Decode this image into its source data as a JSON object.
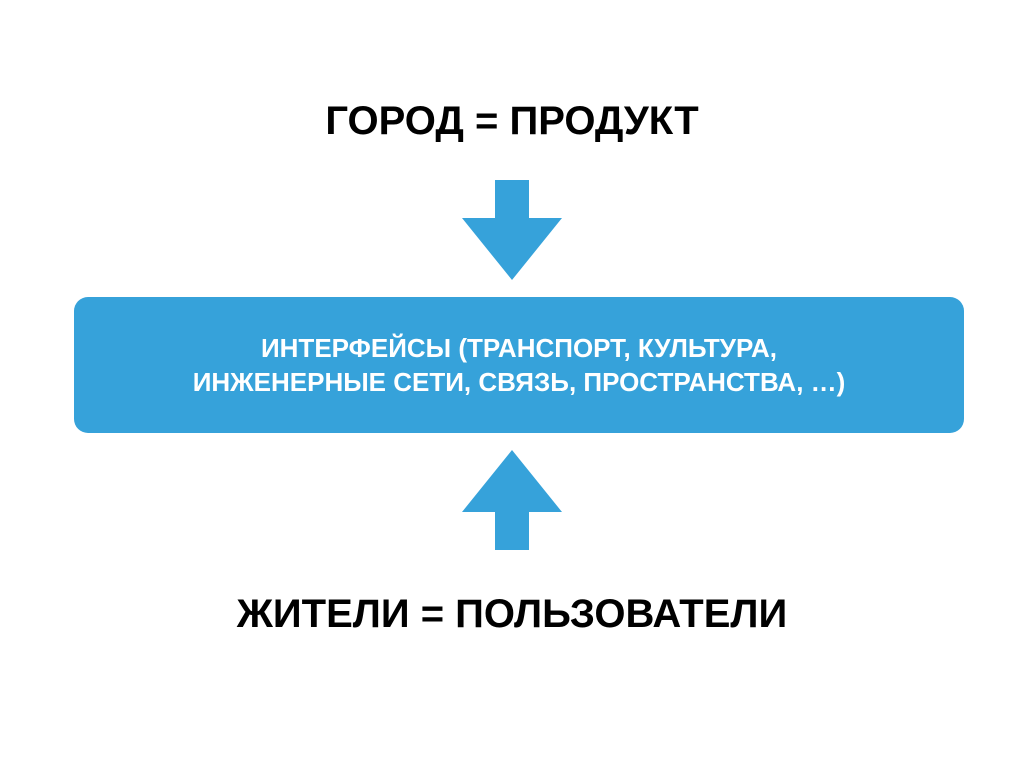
{
  "diagram": {
    "top_label": "ГОРОД = ПРОДУКТ",
    "center_box": {
      "line1": "ИНТЕРФЕЙСЫ (ТРАНСПОРТ, КУЛЬТУРА,",
      "line2": "ИНЖЕНЕРНЫЕ СЕТИ, СВЯЗЬ, ПРОСТРАНСТВА, …)"
    },
    "bottom_label": "ЖИТЕЛИ = ПОЛЬЗОВАТЕЛИ",
    "accent_color": "#36A2DA",
    "arrow_top_icon": "arrow-down-icon",
    "arrow_bottom_icon": "arrow-up-icon"
  }
}
